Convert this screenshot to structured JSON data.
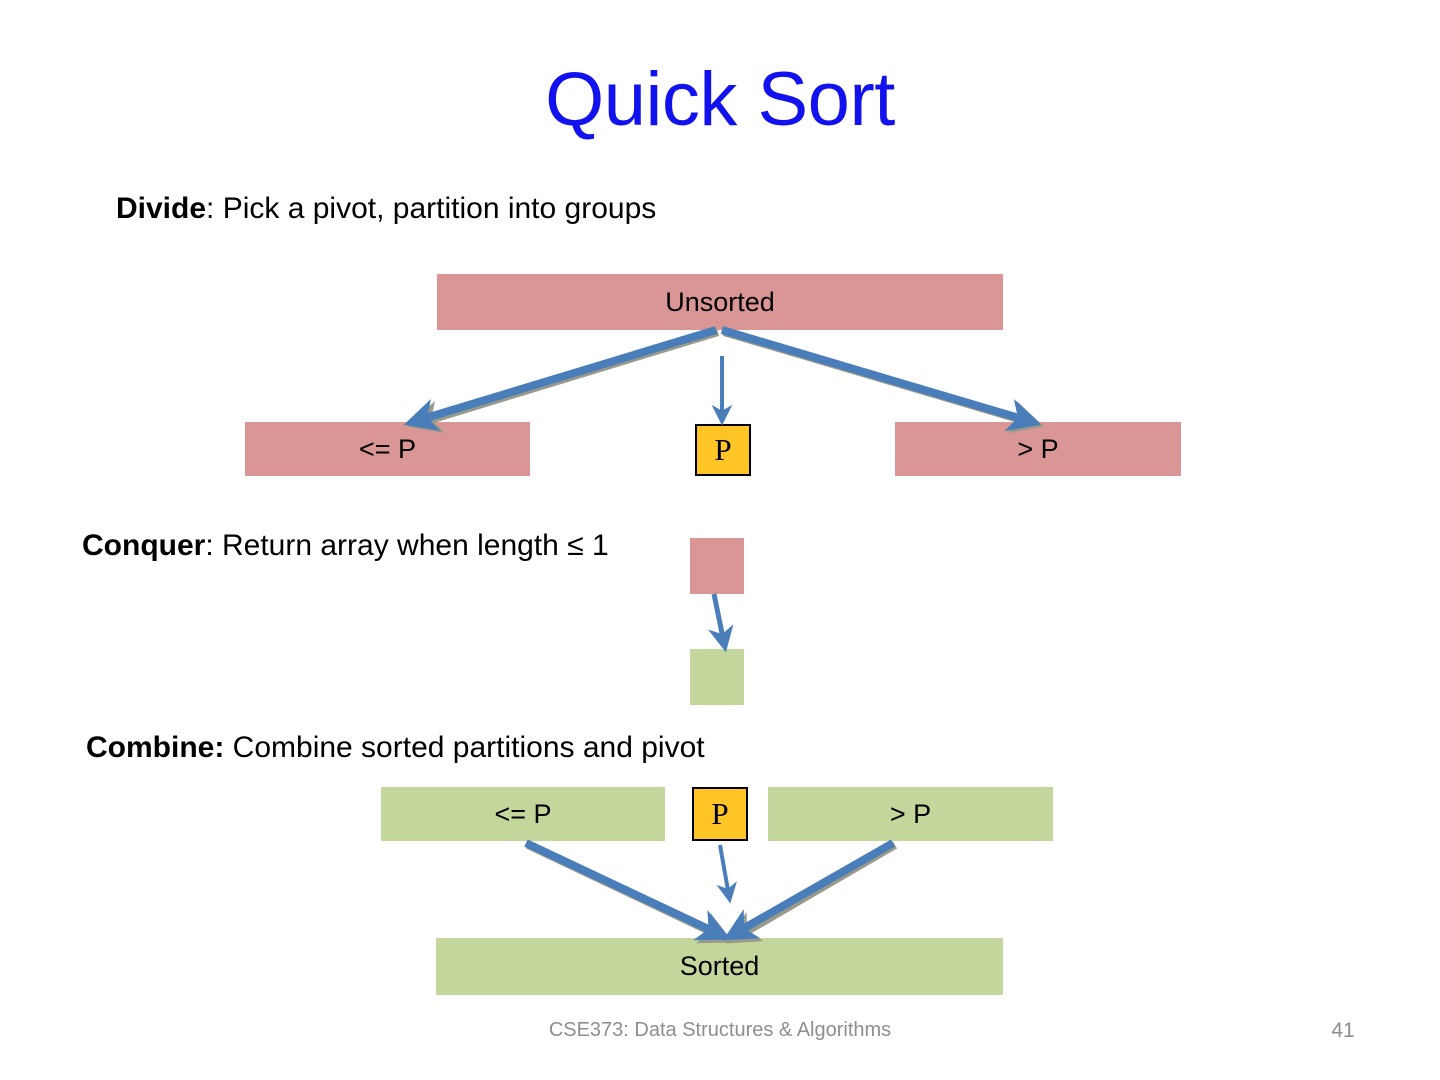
{
  "slide": {
    "title": "Quick Sort",
    "title_color": "#1212EE",
    "page_number": "41",
    "footer": "CSE373: Data Structures & Algorithms"
  },
  "steps": {
    "divide": {
      "keyword": "Divide",
      "text": ": Pick a pivot, partition into groups"
    },
    "conquer": {
      "keyword": "Conquer",
      "text": ": Return array when length ≤ 1"
    },
    "combine": {
      "keyword": "Combine:",
      "text": " Combine sorted partitions and pivot"
    }
  },
  "colors": {
    "unsorted": "#D99694",
    "sorted": "#C3D69B",
    "pivot": "#FFC425",
    "arrow": "#4A7EBB",
    "footer_text": "#8E8E8E"
  },
  "diagram": {
    "divide": {
      "source_box": "Unsorted",
      "left_box": "<= P",
      "pivot_box": "P",
      "right_box": "> P"
    },
    "conquer": {
      "unsorted_square": "",
      "sorted_square": ""
    },
    "combine": {
      "left_box": "<= P",
      "pivot_box": "P",
      "right_box": "> P",
      "result_box": "Sorted"
    }
  }
}
